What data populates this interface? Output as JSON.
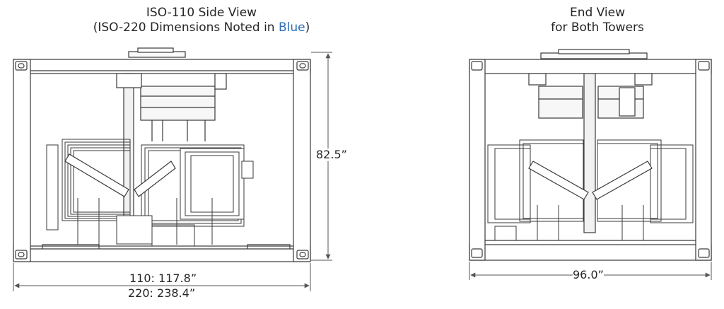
{
  "side_view": {
    "title_line1": "ISO-110 Side View",
    "title_line2_prefix": "(ISO-220 Dimensions Noted in ",
    "title_line2_blue": "Blue",
    "title_line2_suffix": ")",
    "height_dim": "82.5”",
    "width_dim_110": "110: 117.8”",
    "width_dim_220": "220: 238.4”"
  },
  "end_view": {
    "title_line1": "End View",
    "title_line2": "for Both Towers",
    "width_dim": "96.0”"
  },
  "colors": {
    "frame": "#3a3a3a",
    "highlight_blue": "#2e6db4",
    "dimension_line": "#555555"
  }
}
